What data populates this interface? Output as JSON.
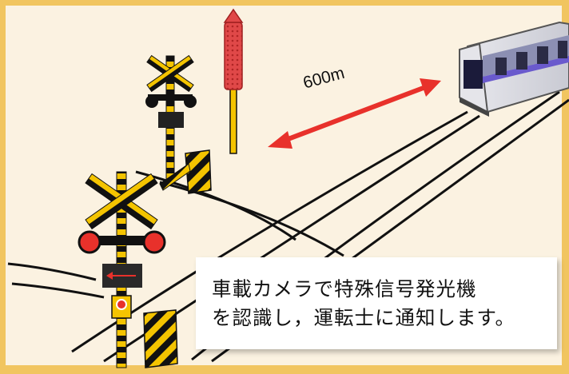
{
  "distance_label": "600m",
  "caption": {
    "line1": "車載カメラで特殊信号発光機",
    "line2": "を認識し，運転士に通知します。"
  },
  "colors": {
    "frame": "#f1c560",
    "background": "#fbf2e1",
    "arrow": "#e8312b",
    "signal_lamp": "#e8312b",
    "crossing_yellow": "#f4c400",
    "train_stripe": "#6a5acd"
  }
}
